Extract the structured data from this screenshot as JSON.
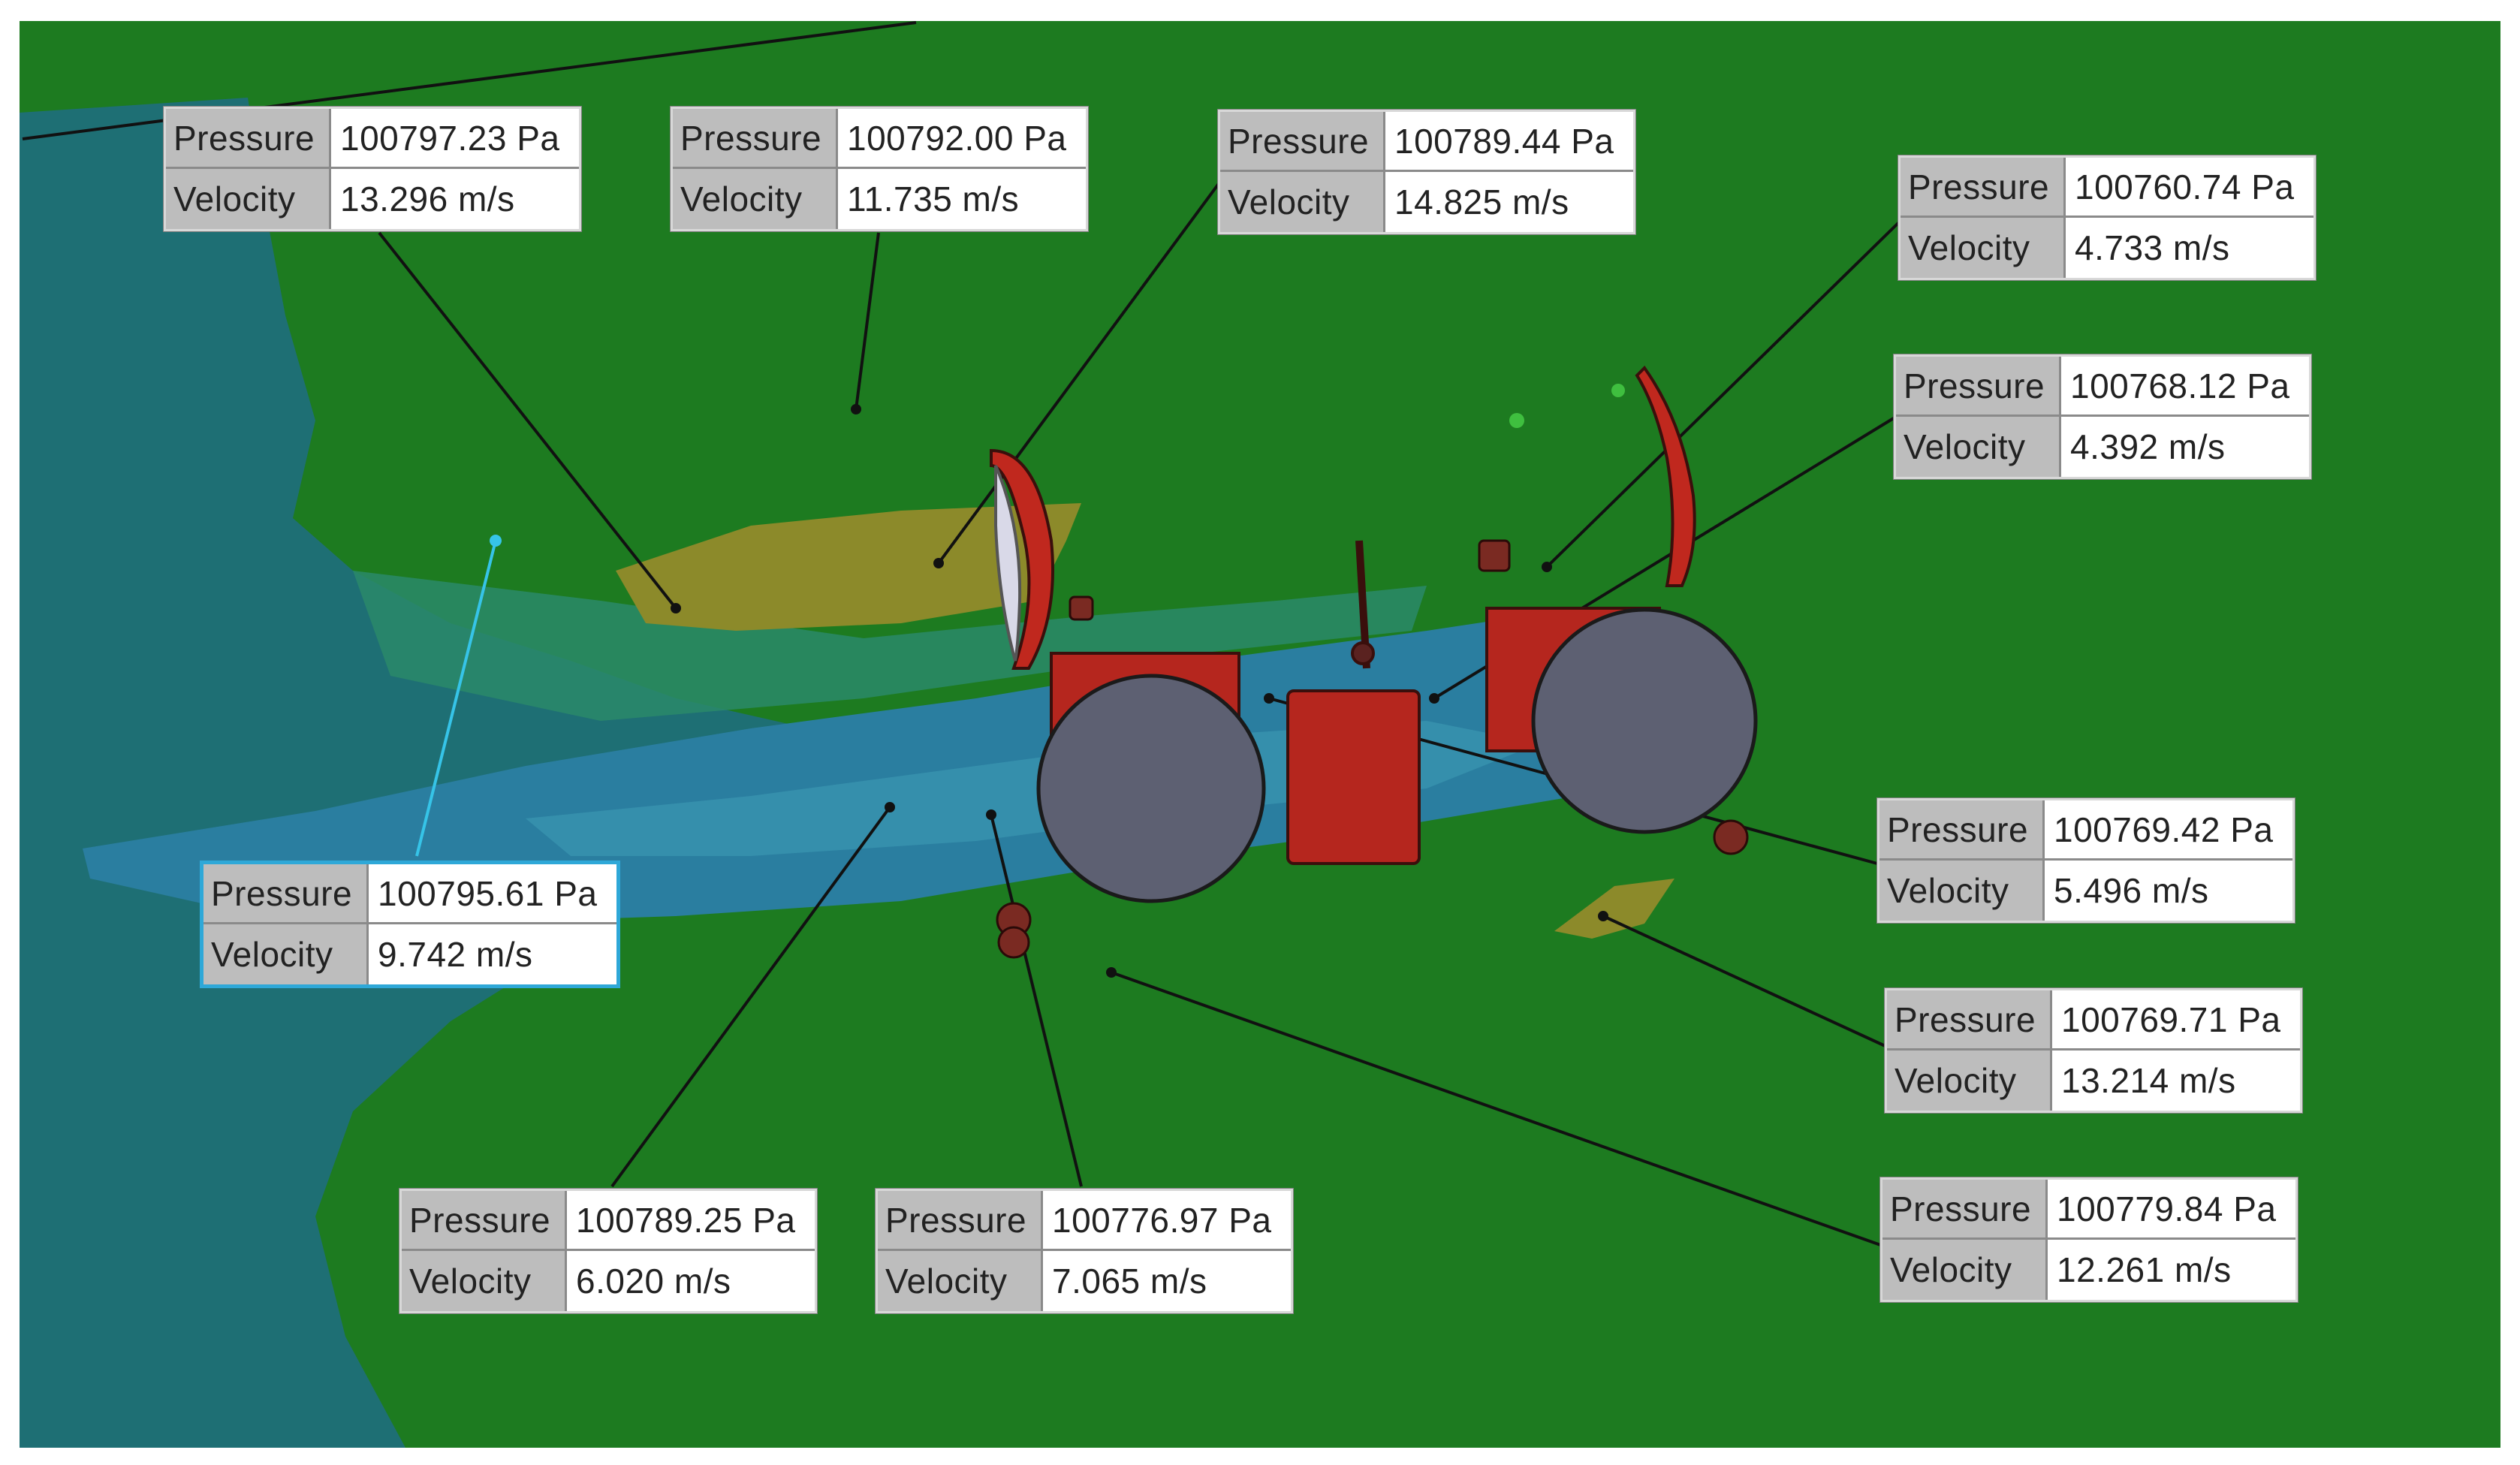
{
  "colors": {
    "background": "#1c7a1e",
    "frame": "#ffffff",
    "low_pressure": "#1f6d78",
    "mid_zone": "#2a8a6a",
    "wake": "#2b7fa0",
    "high_pressure": "#8a8a2a",
    "vehicle_red": "#b5261e",
    "wheel_gray": "#5d6070",
    "leader_line": "#111111",
    "selected_line": "#36c4e8"
  },
  "probes": [
    {
      "id": "p1",
      "pressure_label": "Pressure",
      "pressure_value": "100797.23 Pa",
      "velocity_label": "Velocity",
      "velocity_value": "13.296 m/s"
    },
    {
      "id": "p2",
      "pressure_label": "Pressure",
      "pressure_value": "100792.00 Pa",
      "velocity_label": "Velocity",
      "velocity_value": "11.735 m/s"
    },
    {
      "id": "p3",
      "pressure_label": "Pressure",
      "pressure_value": "100789.44 Pa",
      "velocity_label": "Velocity",
      "velocity_value": "14.825 m/s"
    },
    {
      "id": "p4",
      "pressure_label": "Pressure",
      "pressure_value": "100760.74 Pa",
      "velocity_label": "Velocity",
      "velocity_value": "4.733 m/s"
    },
    {
      "id": "p5",
      "pressure_label": "Pressure",
      "pressure_value": "100768.12 Pa",
      "velocity_label": "Velocity",
      "velocity_value": "4.392 m/s"
    },
    {
      "id": "p6",
      "pressure_label": "Pressure",
      "pressure_value": "100795.61 Pa",
      "velocity_label": "Velocity",
      "velocity_value": "9.742 m/s"
    },
    {
      "id": "p7",
      "pressure_label": "Pressure",
      "pressure_value": "100769.42 Pa",
      "velocity_label": "Velocity",
      "velocity_value": "5.496 m/s"
    },
    {
      "id": "p8",
      "pressure_label": "Pressure",
      "pressure_value": "100769.71 Pa",
      "velocity_label": "Velocity",
      "velocity_value": "13.214 m/s"
    },
    {
      "id": "p9",
      "pressure_label": "Pressure",
      "pressure_value": "100789.25 Pa",
      "velocity_label": "Velocity",
      "velocity_value": "6.020 m/s"
    },
    {
      "id": "p10",
      "pressure_label": "Pressure",
      "pressure_value": "100776.97 Pa",
      "velocity_label": "Velocity",
      "velocity_value": "7.065 m/s"
    },
    {
      "id": "p11",
      "pressure_label": "Pressure",
      "pressure_value": "100779.84 Pa",
      "velocity_label": "Velocity",
      "velocity_value": "12.261 m/s"
    }
  ]
}
